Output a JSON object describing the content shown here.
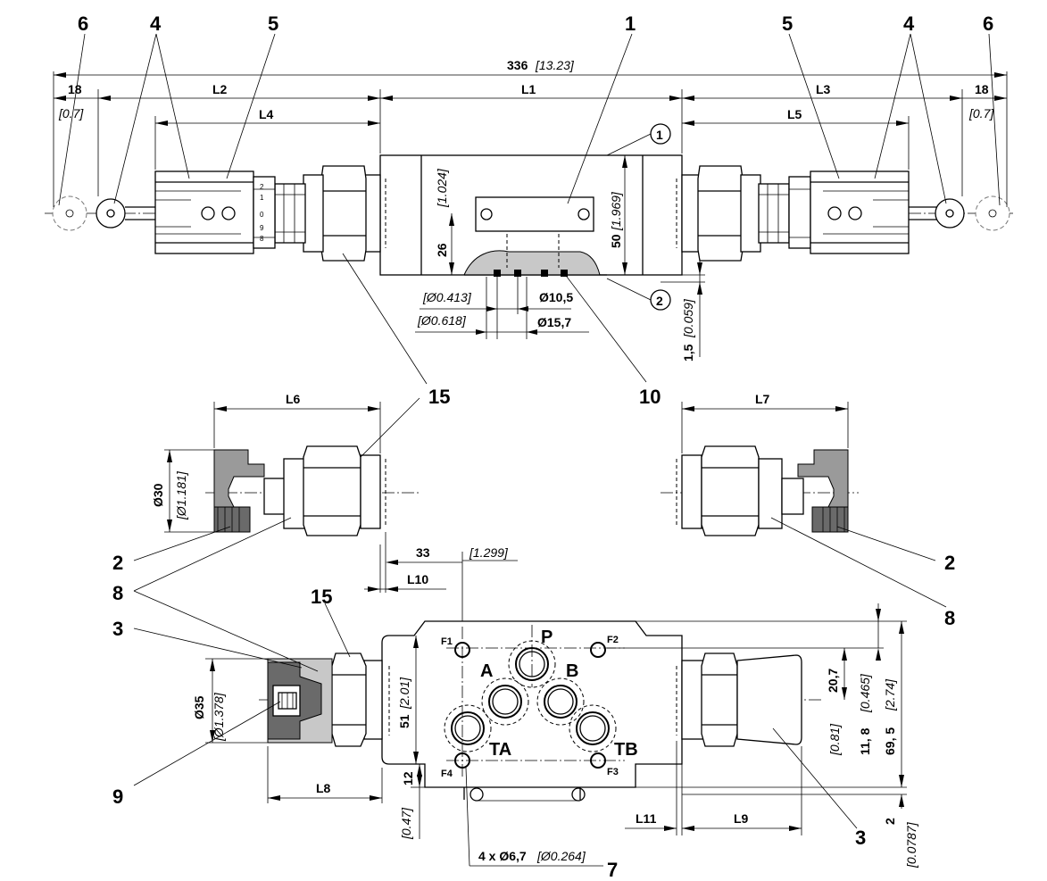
{
  "callouts": {
    "c1": "1",
    "c2": "2",
    "c3": "3",
    "c4": "4",
    "c5": "5",
    "c6": "6",
    "c7": "7",
    "c8": "8",
    "c9": "9",
    "c10": "10",
    "c15": "15",
    "circle1": "1",
    "circle2": "2"
  },
  "dims": {
    "overall": "336",
    "overall_in": "[13.23]",
    "end18": "18",
    "end18_in": "[0.7]",
    "L1": "L1",
    "L2": "L2",
    "L3": "L3",
    "L4": "L4",
    "L5": "L5",
    "L6": "L6",
    "L7": "L7",
    "L8": "L8",
    "L9": "L9",
    "L10": "L10",
    "L11": "L11",
    "h26": "26",
    "h26_in": "[1.024]",
    "h50": "50",
    "h50_in": "[1.969]",
    "d105": "Ø10,5",
    "d105_in": "[Ø0.413]",
    "d157": "Ø15,7",
    "d157_in": "[Ø0.618]",
    "t15": "1,5",
    "t15_in": "[0.059]",
    "d30": "Ø30",
    "d30_in": "[Ø1.181]",
    "d35": "Ø35",
    "d35_in": "[Ø1.378]",
    "s33": "33",
    "s33_in": "[1.299]",
    "h51": "51",
    "h51_in": "[2.01]",
    "h12": "12",
    "h12_in": "[0.47]",
    "h207": "20,7",
    "h207_in": "[0.81]",
    "h118": "11, 8",
    "h118_in": "[0.465]",
    "h695": "69, 5",
    "h695_in": "[2.74]",
    "h2": "2",
    "h2_in": "[0.0787]",
    "holes": "4 x Ø6,7",
    "holes_in": "[Ø0.264]"
  },
  "ports": {
    "P": "P",
    "A": "A",
    "B": "B",
    "TA": "TA",
    "TB": "TB",
    "F1": "F1",
    "F2": "F2",
    "F3": "F3",
    "F4": "F4"
  },
  "scale_marks": [
    "2",
    "1",
    "0",
    "9",
    "8"
  ]
}
